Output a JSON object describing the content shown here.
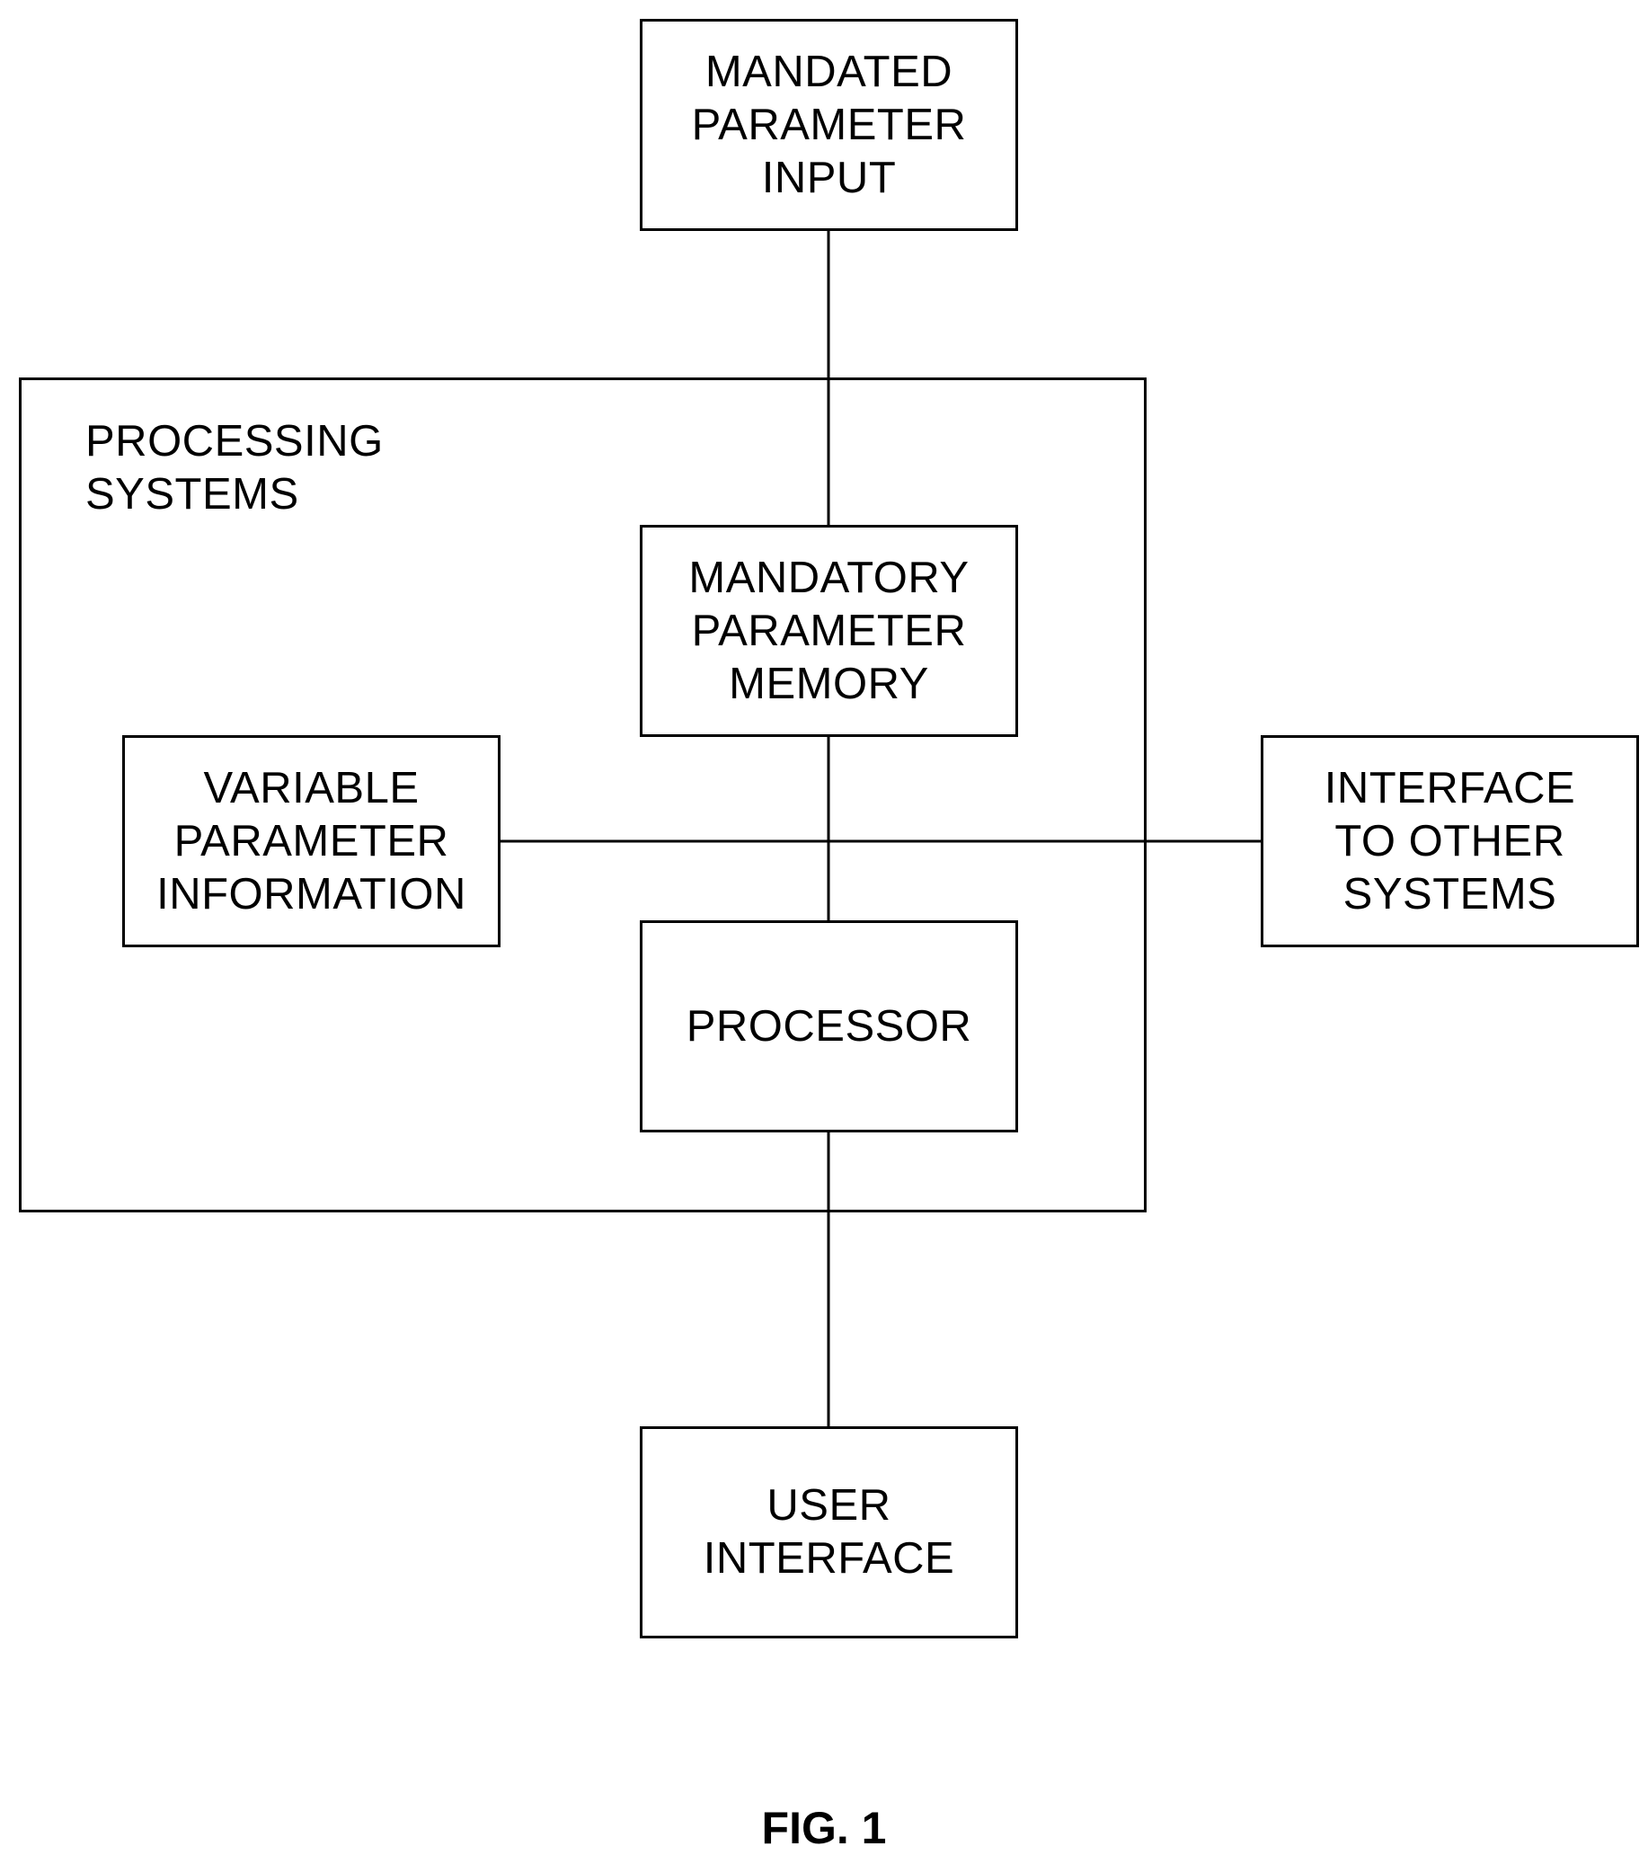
{
  "container": {
    "label": "PROCESSING\nSYSTEMS"
  },
  "boxes": {
    "mandated_parameter_input": "MANDATED\nPARAMETER\nINPUT",
    "mandatory_parameter_memory": "MANDATORY\nPARAMETER\nMEMORY",
    "variable_parameter_information": "VARIABLE\nPARAMETER\nINFORMATION",
    "interface_to_other_systems": "INTERFACE\nTO OTHER\nSYSTEMS",
    "processor": "PROCESSOR",
    "user_interface": "USER\nINTERFACE"
  },
  "figure": {
    "label": "FIG. 1"
  }
}
